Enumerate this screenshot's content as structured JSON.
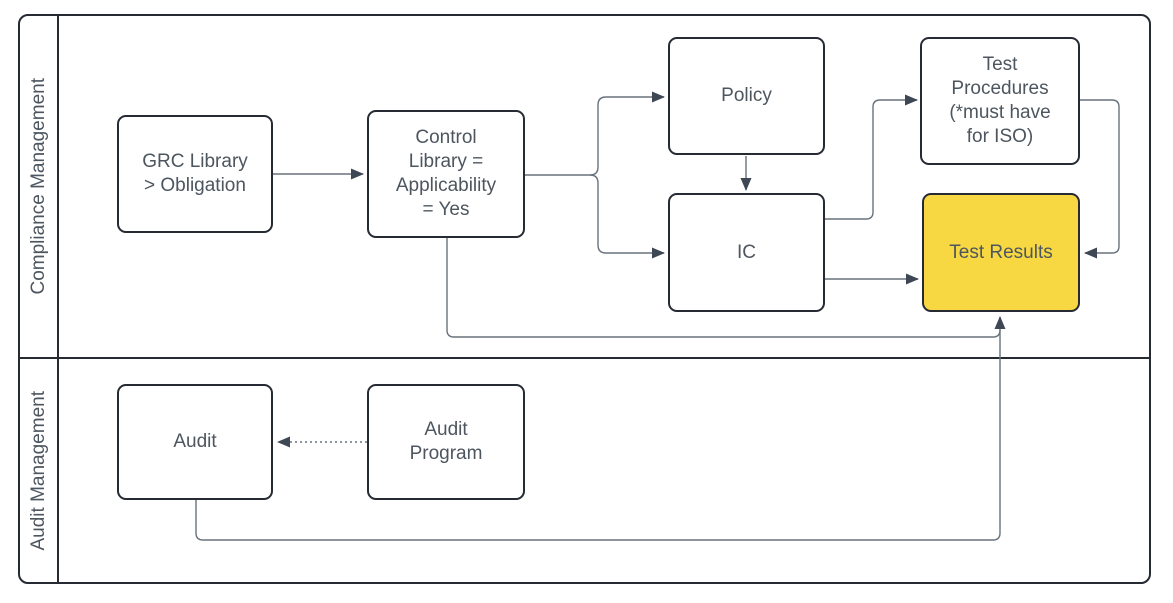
{
  "colors": {
    "background": "#FFFFFF",
    "frame_border": "#262B33",
    "node_fill": "#FFFFFF",
    "node_border": "#262B33",
    "highlight_fill": "#F8D842",
    "connector": "#68727C",
    "arrowhead": "#3E4854",
    "text": "#4D565F"
  },
  "lanes": {
    "compliance": {
      "label": "Compliance Management"
    },
    "audit": {
      "label": "Audit Management"
    }
  },
  "nodes": {
    "grc": {
      "label": "GRC Library\n> Obligation"
    },
    "control": {
      "label": "Control\nLibrary =\nApplicability\n= Yes"
    },
    "policy": {
      "label": "Policy"
    },
    "ic": {
      "label": "IC"
    },
    "test_procedures": {
      "label": "Test\nProcedures\n(*must have\nfor ISO)"
    },
    "test_results": {
      "label": "Test Results",
      "highlighted": true
    },
    "audit": {
      "label": "Audit"
    },
    "audit_program": {
      "label": "Audit\nProgram"
    }
  },
  "connections": [
    {
      "from": "GRC Library > Obligation",
      "to": "Control Library = Applicability = Yes",
      "style": "solid-arrow"
    },
    {
      "from": "Control Library = Applicability = Yes",
      "to": "Policy",
      "style": "solid-arrow"
    },
    {
      "from": "Control Library = Applicability = Yes",
      "to": "IC",
      "style": "solid-arrow"
    },
    {
      "from": "Policy",
      "to": "IC",
      "style": "solid-arrow"
    },
    {
      "from": "IC",
      "to": "Test Procedures (*must have for ISO)",
      "style": "solid-arrow"
    },
    {
      "from": "IC",
      "to": "Test Results",
      "style": "solid-arrow"
    },
    {
      "from": "Test Procedures (*must have for ISO)",
      "to": "Test Results",
      "style": "solid-arrow"
    },
    {
      "from": "Control Library = Applicability = Yes",
      "to": "Test Results",
      "style": "solid-arrow"
    },
    {
      "from": "Audit",
      "to": "Test Results",
      "style": "solid-arrow"
    },
    {
      "from": "Audit Program",
      "to": "Audit",
      "style": "dotted-arrow"
    }
  ]
}
